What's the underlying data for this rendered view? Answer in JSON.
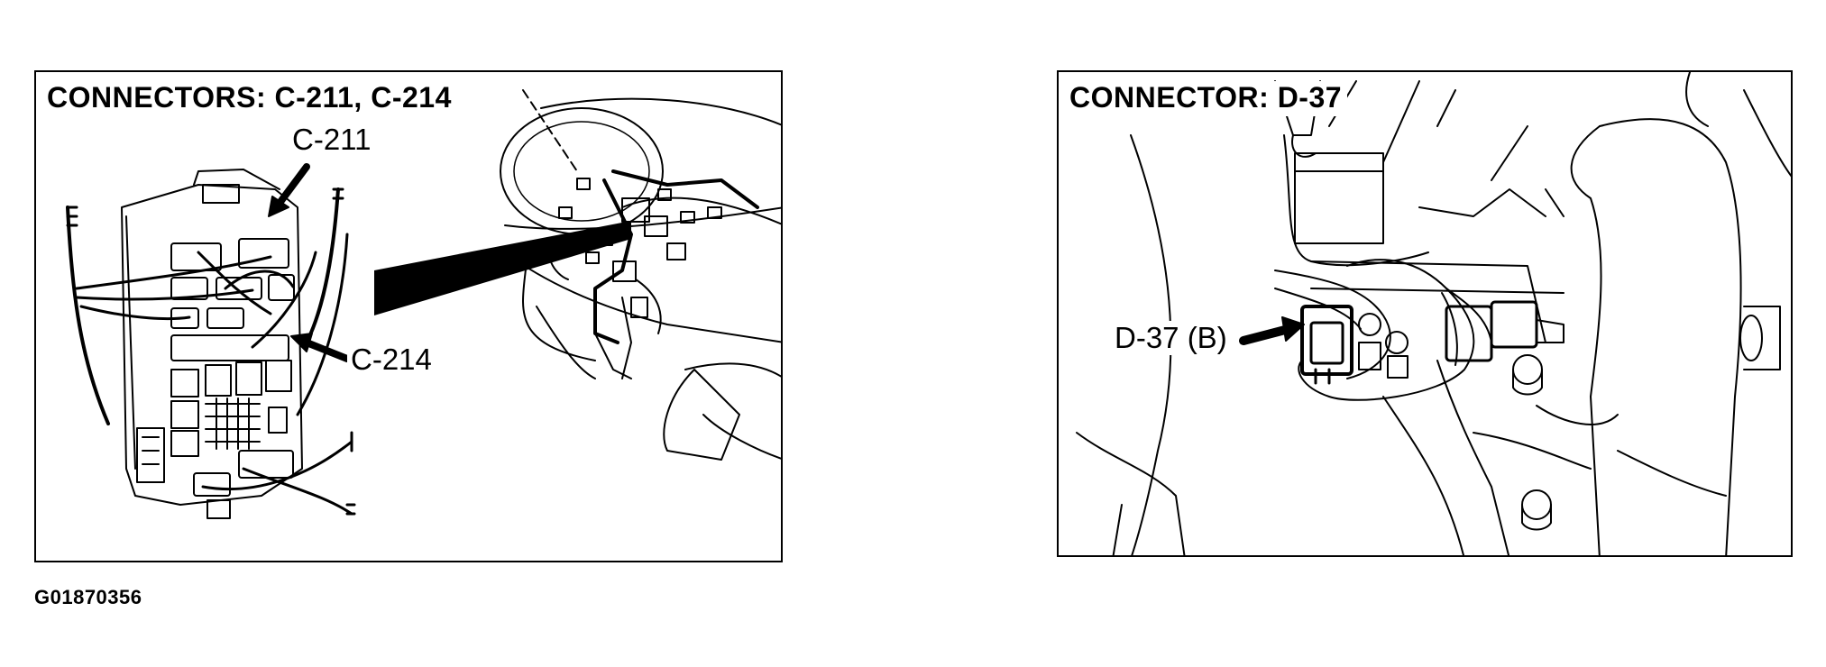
{
  "left_panel": {
    "title": "CONNECTORS: C-211, C-214",
    "callouts": {
      "c211": "C-211",
      "c214": "C-214"
    }
  },
  "right_panel": {
    "title": "CONNECTOR: D-37",
    "callouts": {
      "d37": "D-37 (B)"
    }
  },
  "figure_code": "G01870356"
}
